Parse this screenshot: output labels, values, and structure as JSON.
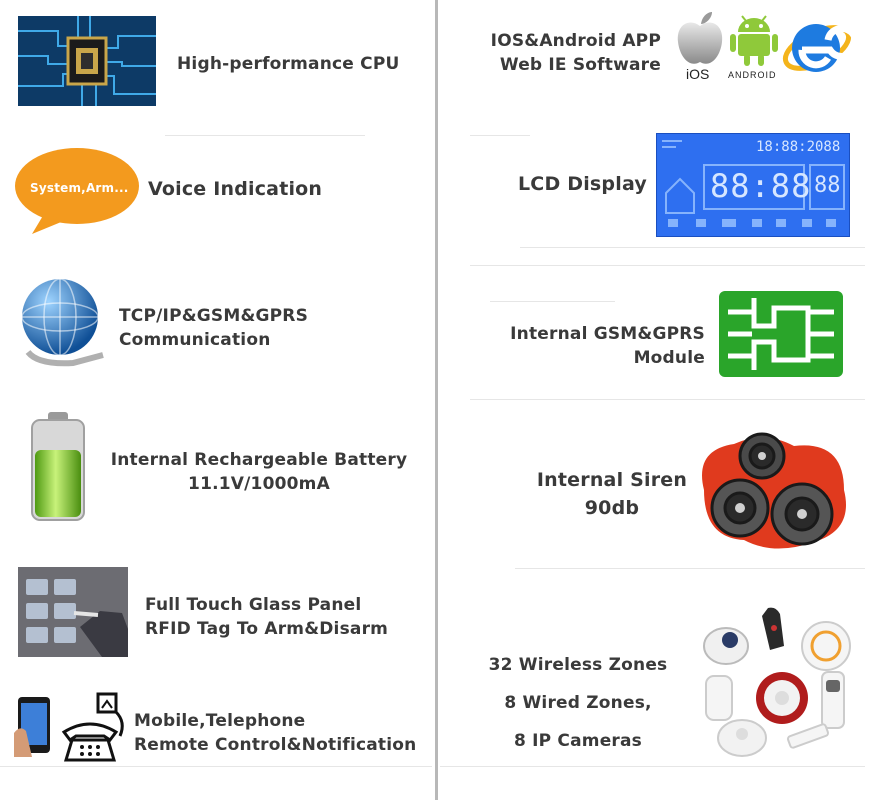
{
  "left_features": [
    {
      "lines": [
        "High-performance CPU"
      ],
      "icon": "cpu-chip-icon"
    },
    {
      "lines": [
        "Voice Indication"
      ],
      "icon": "speech-bubble-icon",
      "bubble_text": "System,Arm..."
    },
    {
      "lines": [
        "TCP/IP&GSM&GPRS",
        "Communication"
      ],
      "icon": "globe-icon"
    },
    {
      "lines": [
        "Internal Rechargeable Battery",
        "11.1V/1000mA"
      ],
      "icon": "battery-icon"
    },
    {
      "lines": [
        "Full Touch Glass Panel",
        "RFID Tag To Arm&Disarm"
      ],
      "icon": "touch-panel-icon"
    },
    {
      "lines": [
        "Mobile,Telephone",
        "Remote Control&Notification"
      ],
      "icon": "phone-icon"
    }
  ],
  "right_features": [
    {
      "lines": [
        "IOS&Android APP",
        "Web IE Software"
      ],
      "icon": "app-platforms-icon",
      "badges": [
        "iOS",
        "ANDROID"
      ]
    },
    {
      "lines": [
        "LCD Display"
      ],
      "icon": "lcd-display-icon",
      "lcd_top": "18:88:2088",
      "lcd_main": "88:88",
      "lcd_side": "88"
    },
    {
      "lines": [
        "Internal GSM&GPRS",
        "Module"
      ],
      "icon": "sim-card-icon"
    },
    {
      "lines": [
        "Internal Siren",
        "90db"
      ],
      "icon": "speakers-icon"
    },
    {
      "lines": [
        "32 Wireless Zones",
        "8 Wired Zones,",
        "8 IP Cameras"
      ],
      "icon": "sensors-icon"
    }
  ],
  "colors": {
    "text": "#3a3a3a",
    "bubble": "#f39a1e",
    "globe": "#1f6fb8",
    "battery": "#7bc62d",
    "lcd_bg": "#2e6ff0",
    "sim": "#2aa52a",
    "siren_splash": "#e03a1e"
  }
}
